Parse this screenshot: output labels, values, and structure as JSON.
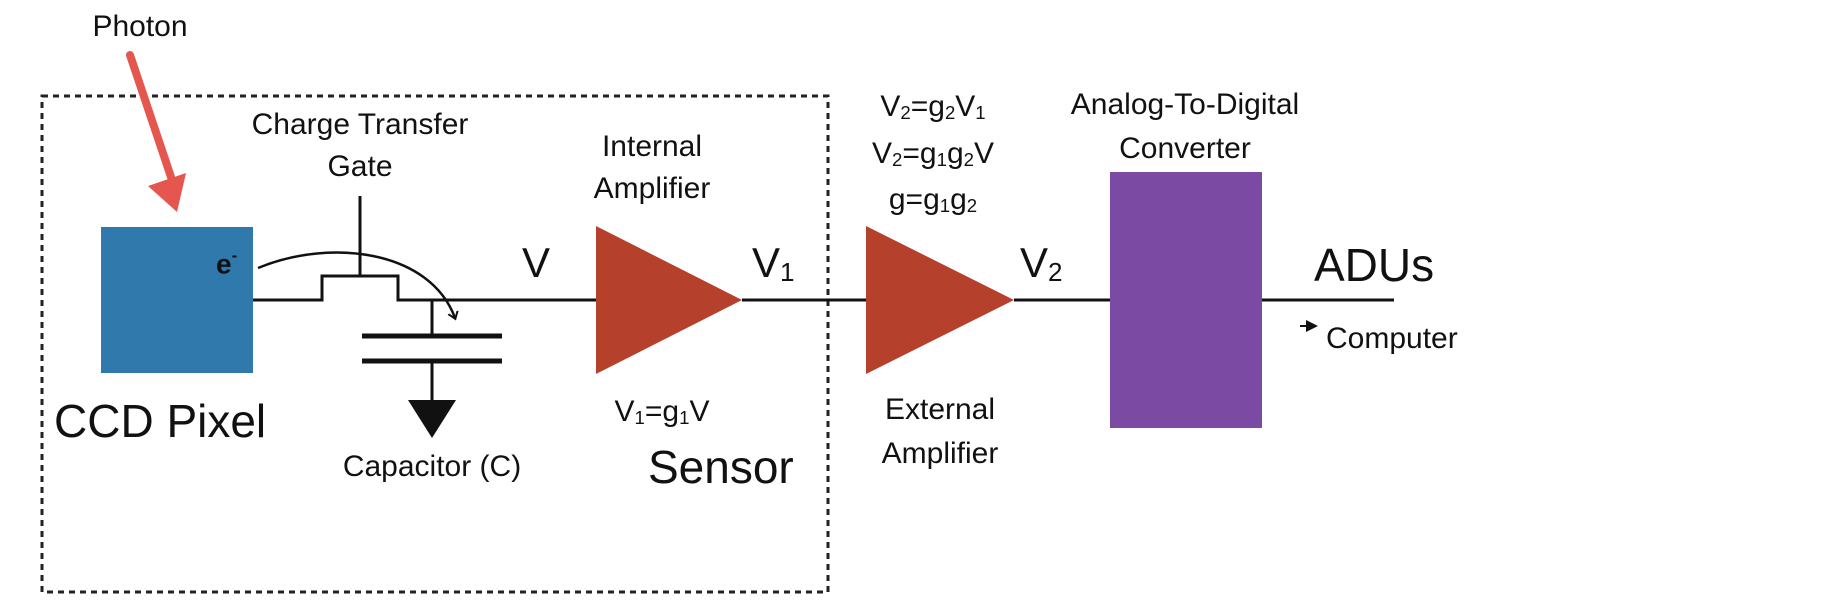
{
  "photon_label": "Photon",
  "pixel": {
    "label": "CCD Pixel",
    "charge_symbol": "e",
    "charge_sign": "-",
    "color": "#2f79ad"
  },
  "gate_label": [
    "Charge Transfer",
    "Gate"
  ],
  "capacitor_label": "Capacitor (C)",
  "sensor_label": "Sensor",
  "internal_amp": {
    "title": [
      "Internal",
      "Amplifier"
    ],
    "eq": {
      "a": "V",
      "a_sub": "1",
      "b": "=g",
      "b_sub": "1",
      "c": "V"
    },
    "color": "#b5402c"
  },
  "external_amp": {
    "title": [
      "External",
      "Amplifier"
    ],
    "color": "#b5402c"
  },
  "gain_equations": {
    "line1": {
      "a": "V",
      "a_sub": "2",
      "b": "=g",
      "b_sub": "2",
      "c": "V",
      "c_sub": "1"
    },
    "line2": {
      "a": "V",
      "a_sub": "2",
      "b": "=g",
      "b_sub": "1",
      "c": "g",
      "c_sub": "2",
      "d": "V"
    },
    "line3": {
      "a": "g=g",
      "a_sub": "1",
      "b": "g",
      "b_sub": "2"
    }
  },
  "signals": {
    "v": "V",
    "v1": "V",
    "v1_sub": "1",
    "v2": "V",
    "v2_sub": "2"
  },
  "adc": {
    "title": [
      "Analog-To-Digital",
      "Converter"
    ],
    "color": "#7b4aa2"
  },
  "output": {
    "label": "ADUs",
    "destination": "Computer"
  },
  "colors": {
    "photon_arrow": "#e5564e",
    "wire": "#111111"
  }
}
